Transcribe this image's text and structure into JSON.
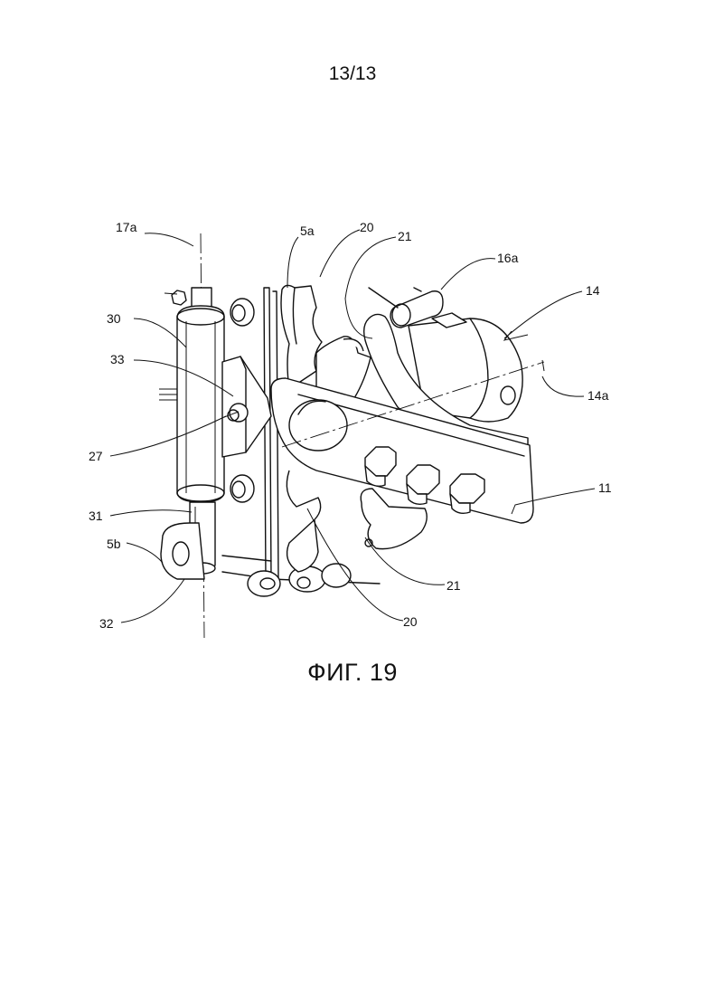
{
  "page_number": "13/13",
  "caption": "ФИГ. 19",
  "labels": {
    "l17a": "17a",
    "l5a": "5a",
    "l20_top": "20",
    "l21_top": "21",
    "l16a": "16a",
    "l14": "14",
    "l30": "30",
    "l33": "33",
    "l14a": "14a",
    "l27": "27",
    "l11": "11",
    "l31": "31",
    "l5b": "5b",
    "l21_bottom": "21",
    "l32": "32",
    "l20_bottom": "20"
  }
}
